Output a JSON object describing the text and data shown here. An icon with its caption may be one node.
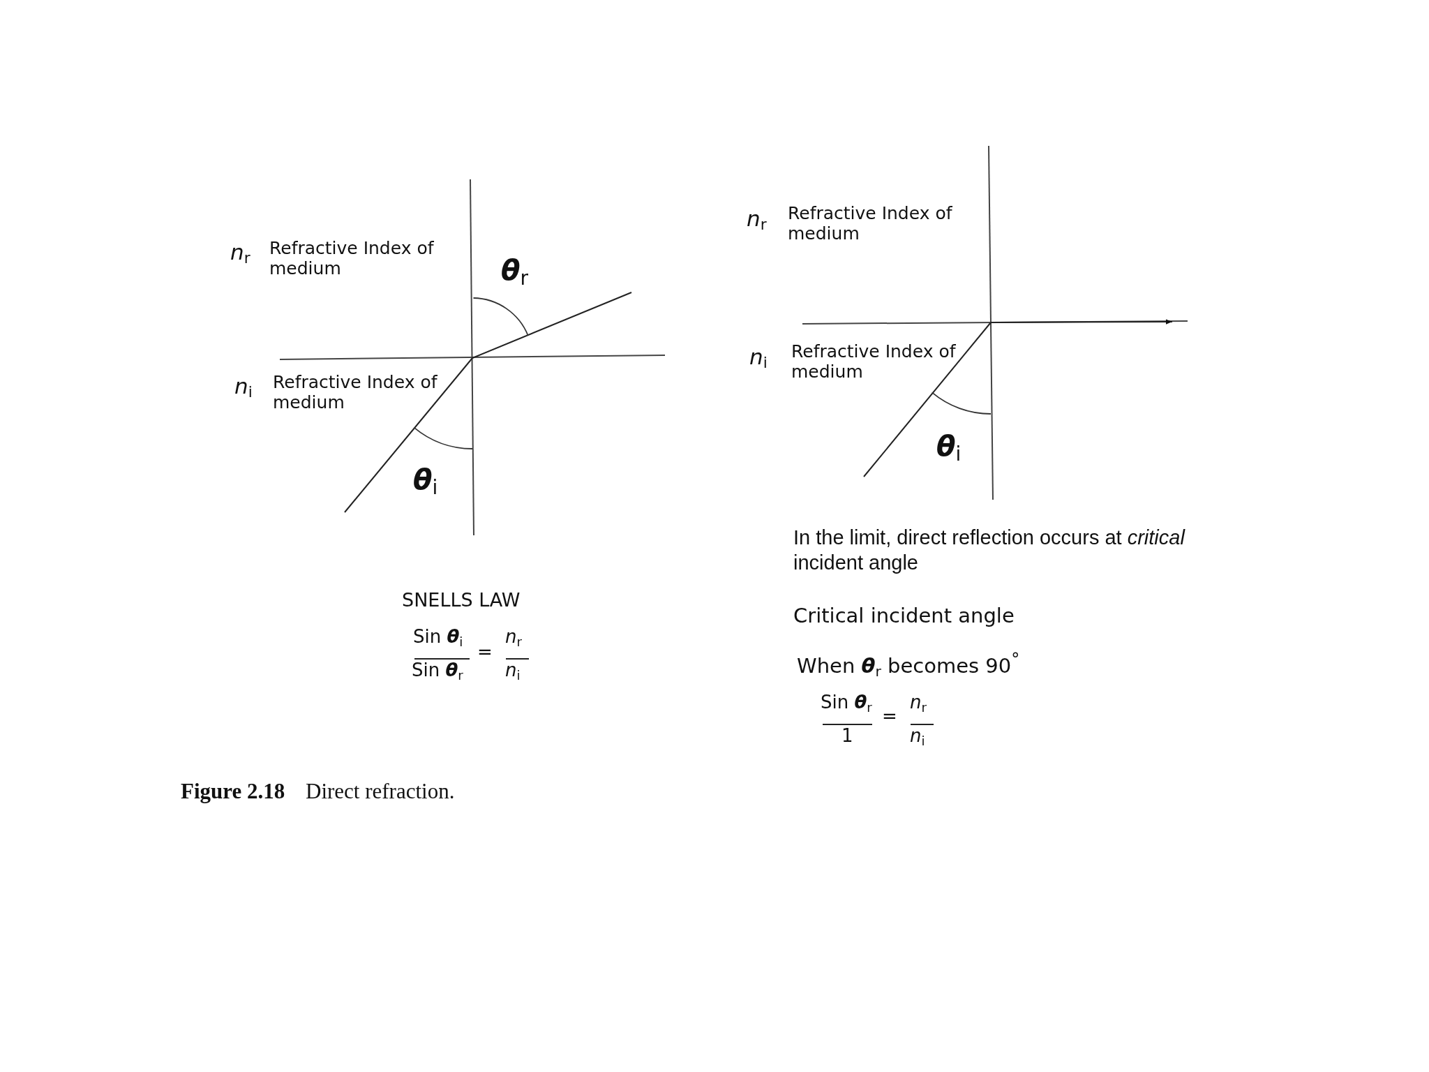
{
  "diagram": {
    "caption": "**Figure 2.18** Direct refraction.",
    "labels": [
      "*n*$_{r}$",
      "Refractive Index of medium",
      "**θ**$_{r}$",
      "*n*$_{i}$",
      "Refractive Index of medium",
      "**θ**$_{i}$",
      "SNELLS LAW",
      "Sin **θ**$_{i}$",
      "Sin **θ**$_{r}$",
      "=",
      "*n*$_{r}$",
      "*n*$_{i}$",
      "*n*$_{r}$",
      "Refractive Index of medium",
      "*n*$_{i}$",
      "Refractive Index of medium",
      "**θ**$_{i}$",
      "In the limit, direct reflection occurs at *critical* incident angle",
      "Critical incident angle",
      "When **θ**$_{r}$ becomes 90$^{°}$",
      "Sin **θ**$_{r}$",
      "1",
      "=",
      "*n*$_{r}$",
      "*n*$_{i}$"
    ]
  }
}
